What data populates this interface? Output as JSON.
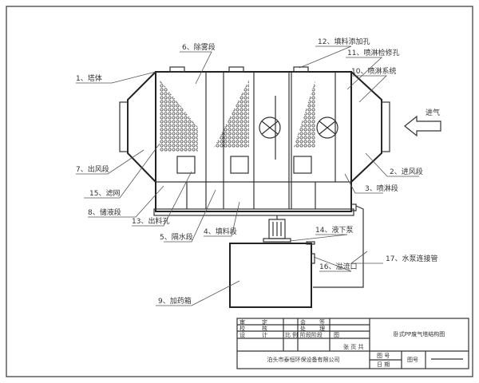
{
  "drawing": {
    "labels": [
      "1、塔体",
      "2、进风段",
      "3、喷淋段",
      "4、填料段",
      "5、隔水段",
      "6、除雾段",
      "7、出风段",
      "8、储液段",
      "9、加药箱",
      "10、喷淋系统",
      "11、喷淋检修孔",
      "12、填料添加孔",
      "13、出料孔",
      "14、液下泵",
      "15、滤网",
      "16、溢流口",
      "17、水泵连接管"
    ],
    "inlet_label": "进气"
  },
  "title_block": {
    "rows": [
      [
        "审",
        "定",
        "",
        "会",
        "签",
        ""
      ],
      [
        "校",
        "核",
        "",
        "处",
        "理",
        ""
      ],
      [
        "设",
        "计",
        "比",
        "例",
        "阶段阶段",
        "图"
      ]
    ],
    "misc": "张 页 共",
    "drawing_title": "卧式PP废气塔结构图",
    "company": "泊头市泰恒环保设备有限公司",
    "fields": [
      "图 号",
      "日 期",
      "图号"
    ]
  }
}
